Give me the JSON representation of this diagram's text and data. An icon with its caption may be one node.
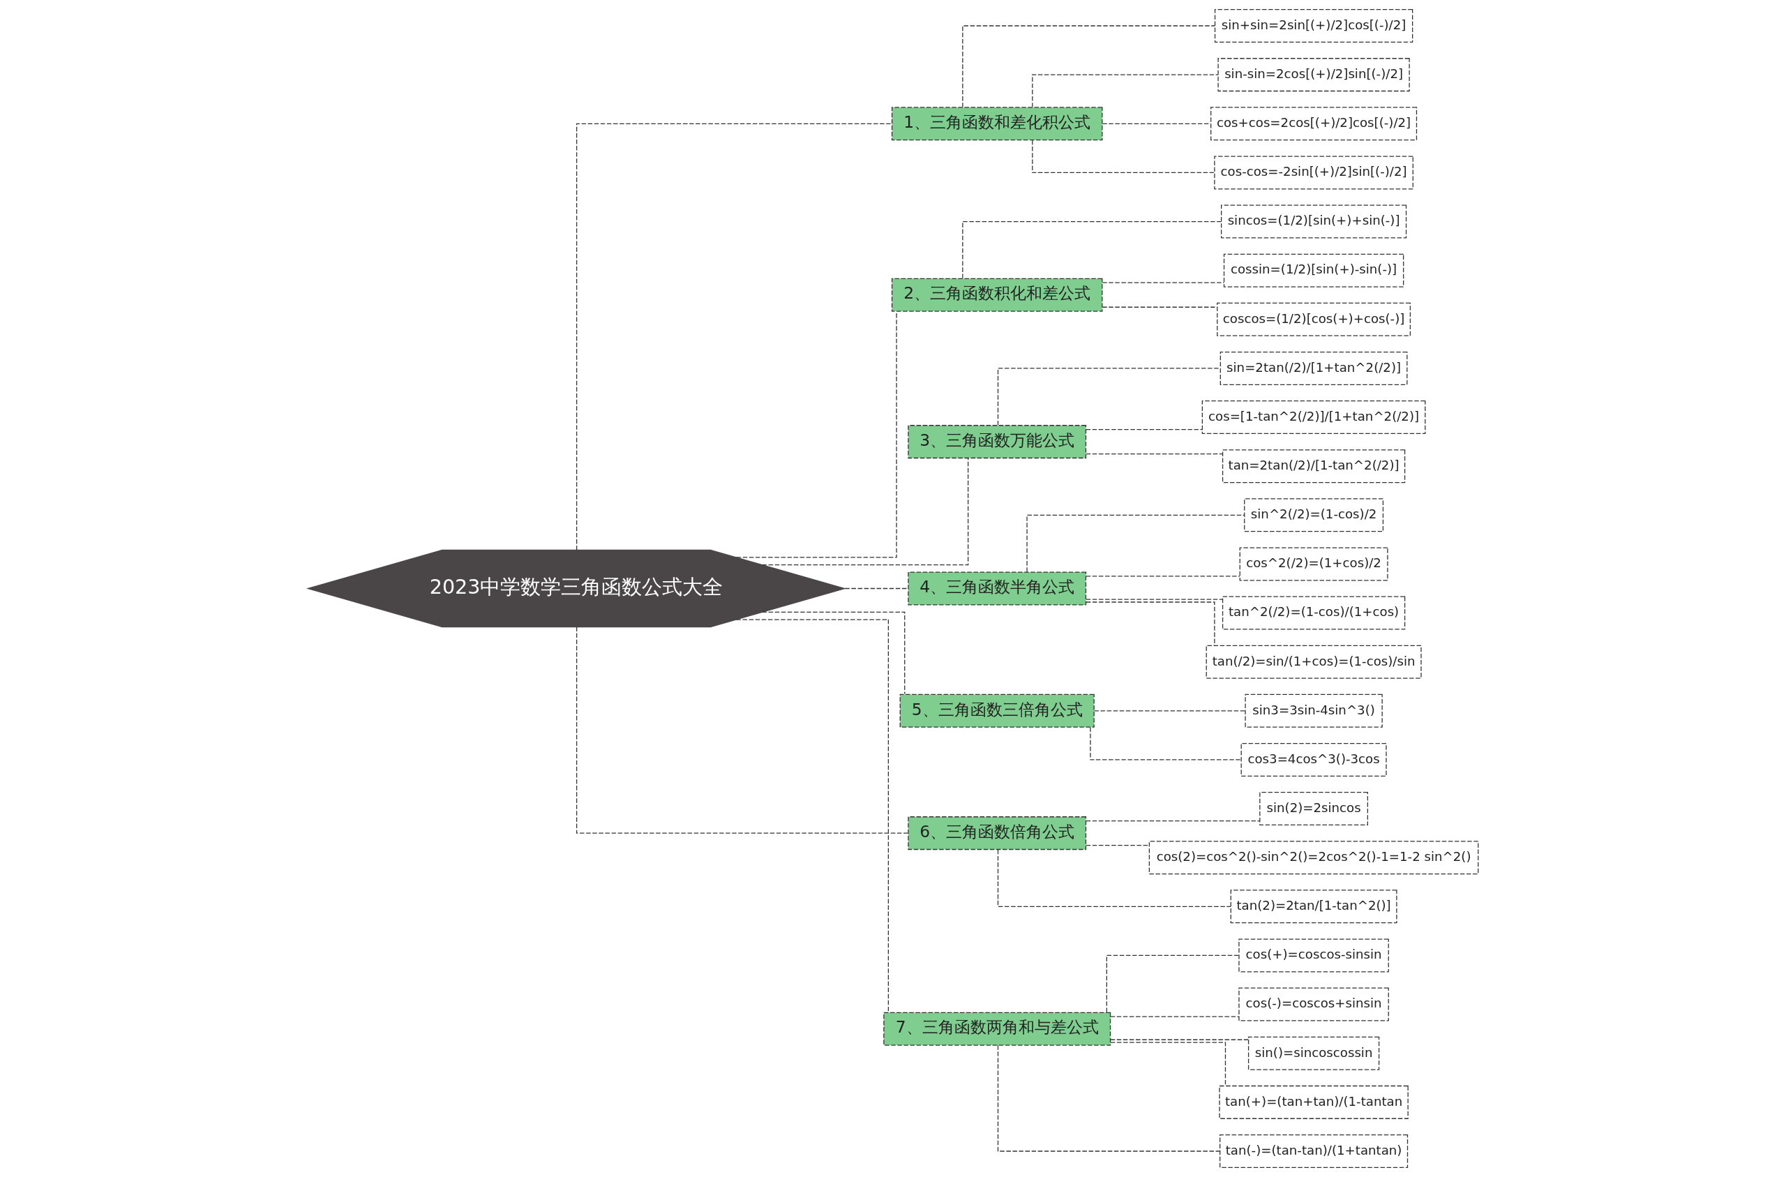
{
  "diagram": {
    "nodes": [
      {
        "text": [
          "2023中学数学三角函数公式大全"
        ]
      },
      {
        "text": [
          "1、三角函数和差化积公式"
        ]
      },
      {
        "text": [
          "sin+sin=2sin[(+)/2]cos[(-)/2]"
        ]
      },
      {
        "text": [
          "sin-sin=2cos[(+)/2]sin[(-)/2]"
        ]
      },
      {
        "text": [
          "cos+cos=2cos[(+)/2]cos[(-)/2]"
        ]
      },
      {
        "text": [
          "cos-cos=-2sin[(+)/2]sin[(-)/2]"
        ]
      },
      {
        "text": [
          "2、三角函数积化和差公式"
        ]
      },
      {
        "text": [
          "sincos=(1/2)[sin(+)+sin(-)]"
        ]
      },
      {
        "text": [
          "cossin=(1/2)[sin(+)-sin(-)]"
        ]
      },
      {
        "text": [
          "coscos=(1/2)[cos(+)+cos(-)]"
        ]
      },
      {
        "text": [
          "3、三角函数万能公式"
        ]
      },
      {
        "text": [
          "sin=2tan(/2)/[1+tan^2(/2)]"
        ]
      },
      {
        "text": [
          "cos=[1-tan^2(/2)]/[1+tan^2(/2)]"
        ]
      },
      {
        "text": [
          "tan=2tan(/2)/[1-tan^2(/2)]"
        ]
      },
      {
        "text": [
          "4、三角函数半角公式"
        ]
      },
      {
        "text": [
          "sin^2(/2)=(1-cos)/2"
        ]
      },
      {
        "text": [
          "cos^2(/2)=(1+cos)/2"
        ]
      },
      {
        "text": [
          "tan^2(/2)=(1-cos)/(1+cos)"
        ]
      },
      {
        "text": [
          "tan(/2)=sin/(1+cos)=(1-cos)/sin"
        ]
      },
      {
        "text": [
          "5、三角函数三倍角公式"
        ]
      },
      {
        "text": [
          "sin3=3sin-4sin^3()"
        ]
      },
      {
        "text": [
          "cos3=4cos^3()-3cos"
        ]
      },
      {
        "text": [
          "6、三角函数倍角公式"
        ]
      },
      {
        "text": [
          "sin(2)=2sincos"
        ]
      },
      {
        "text": [
          "cos(2)=cos^2()-sin^2()=2cos^2()-1=1-2 sin^2()"
        ]
      },
      {
        "text": [
          "tan(2)=2tan/[1-tan^2()]"
        ]
      },
      {
        "text": [
          "7、三角函数两角和与差公式"
        ]
      },
      {
        "text": [
          "cos(+)=coscos-sinsin"
        ]
      },
      {
        "text": [
          "cos(-)=coscos+sinsin"
        ]
      },
      {
        "text": [
          "sin()=sincoscossin"
        ]
      },
      {
        "text": [
          "tan(+)=(tan+tan)/(1-tantan"
        ]
      },
      {
        "text": [
          "tan(-)=(tan-tan)/(1+tantan)"
        ]
      }
    ],
    "edges": [
      {
        "from": 0,
        "to": 1,
        "arrow": "none",
        "style": "dashed"
      },
      {
        "from": 1,
        "to": 2,
        "arrow": "none",
        "style": "dashed"
      },
      {
        "from": 1,
        "to": 3,
        "arrow": "none",
        "style": "dashed"
      },
      {
        "from": 1,
        "to": 4,
        "arrow": "none",
        "style": "dashed"
      },
      {
        "from": 1,
        "to": 5,
        "arrow": "none",
        "style": "dashed"
      },
      {
        "from": 0,
        "to": 6,
        "arrow": "none",
        "style": "dashed"
      },
      {
        "from": 6,
        "to": 7,
        "arrow": "none",
        "style": "dashed"
      },
      {
        "from": 6,
        "to": 8,
        "arrow": "none",
        "style": "dashed"
      },
      {
        "from": 6,
        "to": 9,
        "arrow": "none",
        "style": "dashed"
      },
      {
        "from": 0,
        "to": 10,
        "arrow": "none",
        "style": "dashed"
      },
      {
        "from": 10,
        "to": 11,
        "arrow": "none",
        "style": "dashed"
      },
      {
        "from": 10,
        "to": 12,
        "arrow": "none",
        "style": "dashed"
      },
      {
        "from": 10,
        "to": 13,
        "arrow": "none",
        "style": "dashed"
      },
      {
        "from": 0,
        "to": 14,
        "arrow": "none",
        "style": "dashed"
      },
      {
        "from": 14,
        "to": 15,
        "arrow": "none",
        "style": "dashed"
      },
      {
        "from": 14,
        "to": 16,
        "arrow": "none",
        "style": "dashed"
      },
      {
        "from": 14,
        "to": 17,
        "arrow": "none",
        "style": "dashed"
      },
      {
        "from": 14,
        "to": 18,
        "arrow": "none",
        "style": "dashed"
      },
      {
        "from": 0,
        "to": 19,
        "arrow": "none",
        "style": "dashed"
      },
      {
        "from": 19,
        "to": 20,
        "arrow": "none",
        "style": "dashed"
      },
      {
        "from": 19,
        "to": 21,
        "arrow": "none",
        "style": "dashed"
      },
      {
        "from": 0,
        "to": 22,
        "arrow": "none",
        "style": "dashed"
      },
      {
        "from": 22,
        "to": 23,
        "arrow": "none",
        "style": "dashed"
      },
      {
        "from": 22,
        "to": 24,
        "arrow": "none",
        "style": "dashed"
      },
      {
        "from": 22,
        "to": 25,
        "arrow": "none",
        "style": "dashed"
      },
      {
        "from": 0,
        "to": 26,
        "arrow": "none",
        "style": "dashed"
      },
      {
        "from": 26,
        "to": 27,
        "arrow": "none",
        "style": "dashed"
      },
      {
        "from": 26,
        "to": 28,
        "arrow": "none",
        "style": "dashed"
      },
      {
        "from": 26,
        "to": 29,
        "arrow": "none",
        "style": "dashed"
      },
      {
        "from": 26,
        "to": 30,
        "arrow": "none",
        "style": "dashed"
      },
      {
        "from": 26,
        "to": 31,
        "arrow": "none",
        "style": "dashed"
      }
    ]
  }
}
